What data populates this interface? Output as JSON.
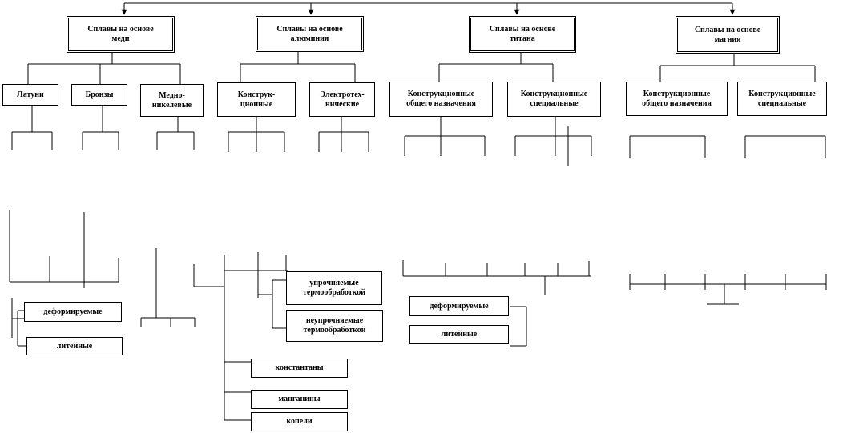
{
  "top": {
    "copper": "Сплавы на основе\nмеди",
    "aluminum": "Сплавы на основе\nалюминия",
    "titanium": "Сплавы на основе\nтитана",
    "magnesium": "Сплавы на основе\nмагния"
  },
  "copper": {
    "brass": "Латуни",
    "bronze": "Бронзы",
    "copper_nickel": "Медно-\nникелевые",
    "wrought": "деформируемые",
    "cast": "литейные"
  },
  "aluminum": {
    "structural": "Конструк-\nционные",
    "electrotech": "Электротех-\nнические",
    "hardened": "упрочняемые\nтермообработкой",
    "unhardened": "неупрочняемые\nтермообработкой"
  },
  "titanium": {
    "general": "Конструкционные\nобщего назначения",
    "special": "Конструкционные\nспециальные",
    "wrought": "деформируемые",
    "cast": "литейные"
  },
  "magnesium": {
    "general": "Конструкционные\nобщего назначения",
    "special": "Конструкционные\nспециальные"
  },
  "copper_nickel_alloys": {
    "constantan": "константаны",
    "manganin": "манганины",
    "kopel": "копели"
  }
}
